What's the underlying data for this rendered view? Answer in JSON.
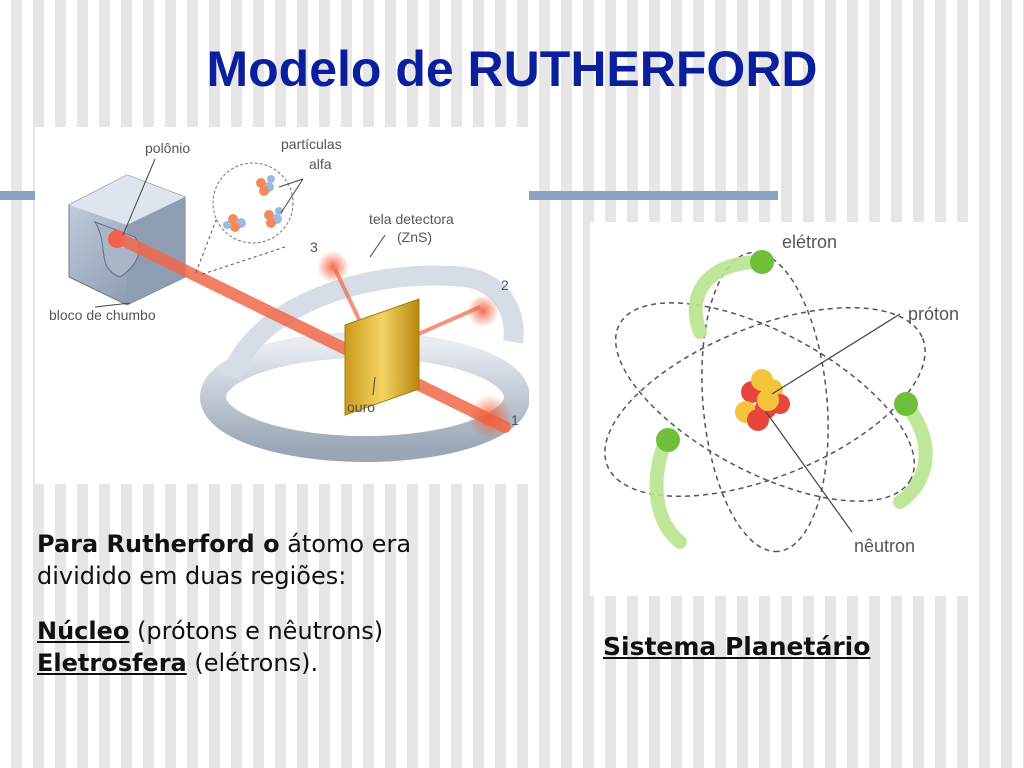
{
  "title": "Modelo de RUTHERFORD",
  "experiment": {
    "labels": {
      "polonio": "polônio",
      "particulas": "partículas",
      "alfa": "alfa",
      "tela1": "tela detectora",
      "tela2": "(ZnS)",
      "bloco": "bloco de chumbo",
      "ouro": "ouro",
      "n1": "1",
      "n2": "2",
      "n3": "3"
    }
  },
  "atom": {
    "labels": {
      "eletron": "elétron",
      "proton": "próton",
      "neutron": "nêutron"
    }
  },
  "text": {
    "line1_bold": "Para Rutherford o",
    "line1_rest": " átomo era",
    "line2": "dividido em duas regiões:",
    "nucleo": "Núcleo",
    "nucleo_rest": " (prótons e nêutrons)",
    "eletrosfera": "Eletrosfera",
    "eletrosfera_rest": " (elétrons)."
  },
  "caption": "Sistema Planetário",
  "colors": {
    "title": "#0a1e9e",
    "rule": "#8aa2bd",
    "beam": "#f0684a",
    "electron": "#6fbf3a"
  }
}
